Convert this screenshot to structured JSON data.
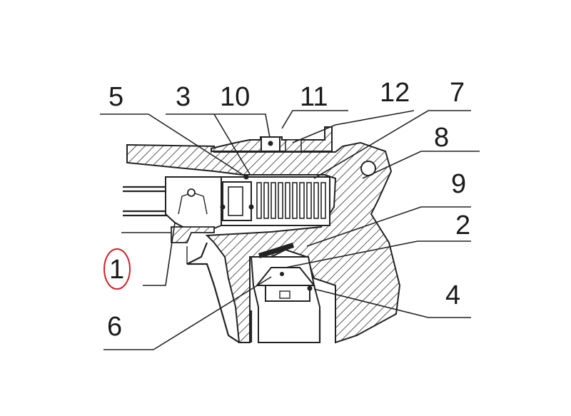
{
  "diagram": {
    "callouts": [
      {
        "id": "c1",
        "text": "1",
        "circled": true
      },
      {
        "id": "c2",
        "text": "2"
      },
      {
        "id": "c3",
        "text": "3"
      },
      {
        "id": "c4",
        "text": "4"
      },
      {
        "id": "c5",
        "text": "5"
      },
      {
        "id": "c6",
        "text": "6"
      },
      {
        "id": "c7",
        "text": "7"
      },
      {
        "id": "c8",
        "text": "8"
      },
      {
        "id": "c9",
        "text": "9"
      },
      {
        "id": "c10",
        "text": "10"
      },
      {
        "id": "c11",
        "text": "11"
      },
      {
        "id": "c12",
        "text": "12"
      }
    ],
    "colors": {
      "ink": "#222222",
      "highlight_circle": "#d0202a",
      "background": "#ffffff"
    }
  }
}
